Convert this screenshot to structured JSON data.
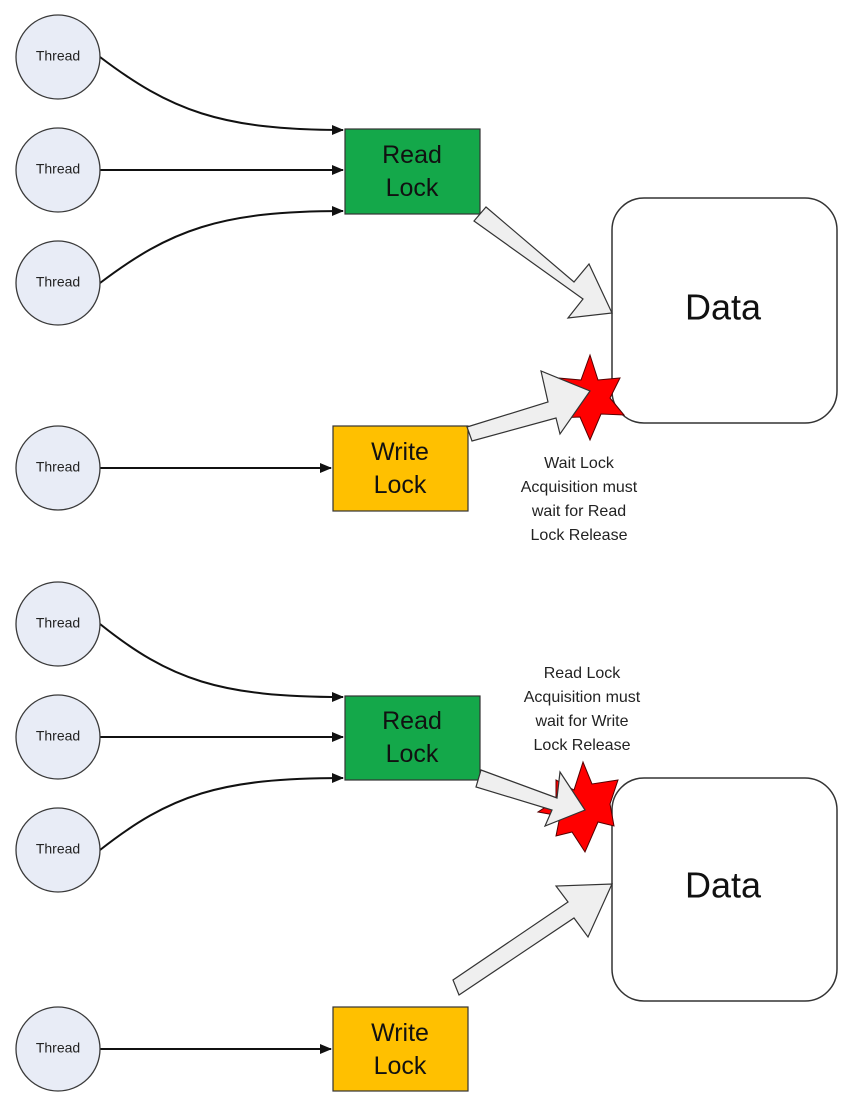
{
  "colors": {
    "thread_fill": "#e8ecf6",
    "read_lock": "#14a84a",
    "write_lock": "#ffc000",
    "conflict_star": "#ff0000",
    "block_arrow": "#efefef"
  },
  "panels": [
    {
      "name": "read-lock-held",
      "threads": [
        {
          "label": "Thread",
          "target": "read_lock"
        },
        {
          "label": "Thread",
          "target": "read_lock"
        },
        {
          "label": "Thread",
          "target": "read_lock"
        },
        {
          "label": "Thread",
          "target": "write_lock"
        }
      ],
      "read_lock": {
        "line1": "Read",
        "line2": "Lock",
        "access": "granted"
      },
      "write_lock": {
        "line1": "Write",
        "line2": "Lock",
        "access": "blocked"
      },
      "data": {
        "label": "Data"
      },
      "note": [
        "Wait Lock",
        "Acquisition must",
        "wait for Read",
        "Lock Release"
      ]
    },
    {
      "name": "write-lock-held",
      "threads": [
        {
          "label": "Thread",
          "target": "read_lock"
        },
        {
          "label": "Thread",
          "target": "read_lock"
        },
        {
          "label": "Thread",
          "target": "read_lock"
        },
        {
          "label": "Thread",
          "target": "write_lock"
        }
      ],
      "read_lock": {
        "line1": "Read",
        "line2": "Lock",
        "access": "blocked"
      },
      "write_lock": {
        "line1": "Write",
        "line2": "Lock",
        "access": "granted"
      },
      "data": {
        "label": "Data"
      },
      "note": [
        "Read Lock",
        "Acquisition must",
        "wait for Write",
        "Lock Release"
      ]
    }
  ]
}
